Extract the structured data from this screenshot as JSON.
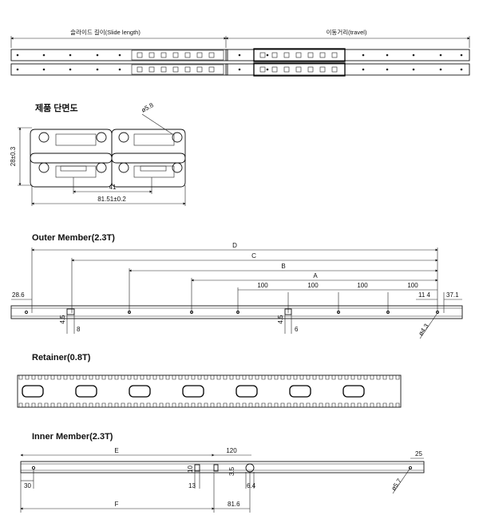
{
  "top": {
    "slide_length_label": "슬라이드 길이(Slide length)",
    "travel_label": "이동거리(travel)"
  },
  "cross_section": {
    "title": "제품 단면도",
    "hole": "ø5.8",
    "height": "28±0.3",
    "inner_width": "41",
    "overall_width": "81.51±0.2"
  },
  "outer_member": {
    "title": "Outer Member(2.3T)",
    "dims": {
      "d": "D",
      "c": "C",
      "b": "B",
      "a": "A",
      "p1": "100",
      "p2": "100",
      "p3": "100",
      "p4": "100",
      "left_edge": "28.6",
      "right_114": "11 4",
      "right_371": "37.1",
      "slot_h1": "4.5",
      "slot_w1": "8",
      "slot_h2": "4.5",
      "slot_w2": "6",
      "hole": "ø4.3"
    }
  },
  "retainer": {
    "title": "Retainer(0.8T)",
    "window_count": 7
  },
  "inner_member": {
    "title": "Inner Member(2.3T)",
    "dims": {
      "e": "E",
      "f": "F",
      "d120": "120",
      "d25": "25",
      "d30": "30",
      "d10": "10",
      "d13": "13",
      "d35": "3.5",
      "d64": "6.4",
      "d816": "81.6",
      "hole": "ø5.7"
    }
  }
}
